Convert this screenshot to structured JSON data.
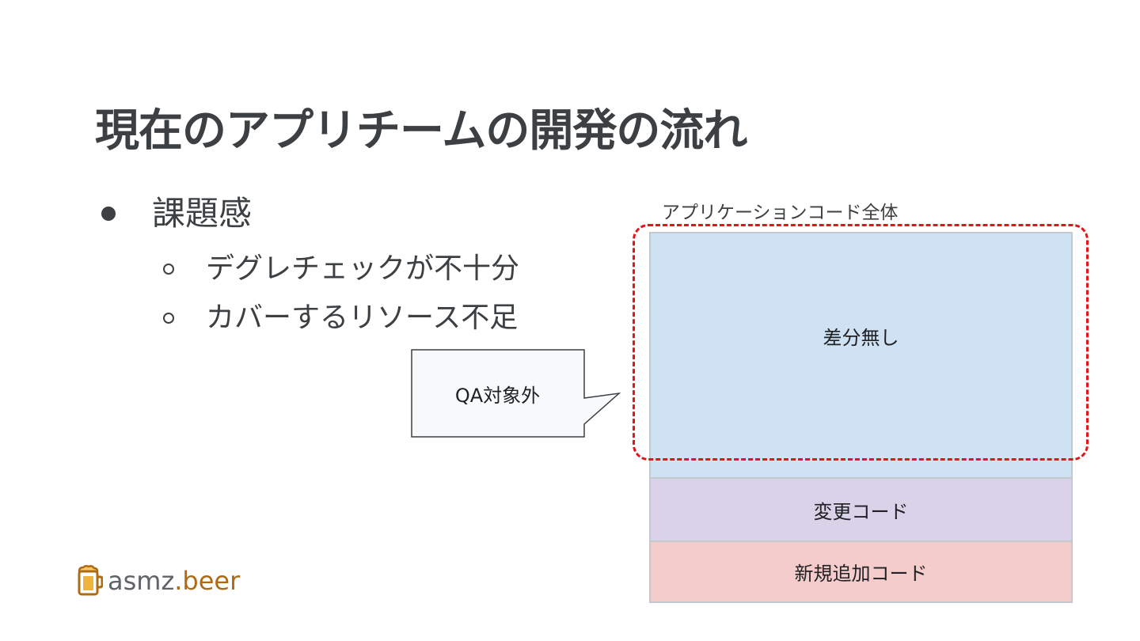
{
  "slide": {
    "title": "現在のアプリチームの開発の流れ",
    "bullet": "課題感",
    "sub_bullets": [
      "デグレチェックが不十分",
      "カバーするリソース不足"
    ]
  },
  "diagram": {
    "caption": "アプリケーションコード全体",
    "blocks": {
      "no_diff": "差分無し",
      "changed": "変更コード",
      "new": "新規追加コード"
    },
    "callout": "QA対象外",
    "colors": {
      "no_diff": "#cfe2f3",
      "changed": "#d9d2e9",
      "new": "#f4cccc",
      "dashed_frame": "#e0161b"
    }
  },
  "logo": {
    "icon": "beer-mug-icon",
    "part1": "asmz",
    "dot": ".",
    "part2": "beer"
  }
}
